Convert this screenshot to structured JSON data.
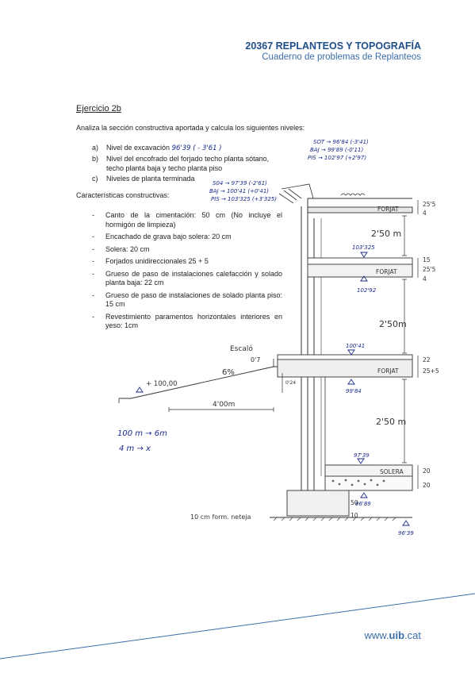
{
  "header": {
    "title": "20367 REPLANTEOS Y TOPOGRAFÍA",
    "subtitle": "Cuaderno de problemas de Replanteos"
  },
  "exercise": {
    "title": "Ejercicio 2b",
    "intro": "Analiza la sección constructiva aportada y calcula los siguientes niveles:",
    "items": [
      {
        "label": "a)",
        "text": "Nivel de excavación",
        "note": "96'39 ( - 3'61 )"
      },
      {
        "label": "b)",
        "text": "Nivel del encofrado del forjado techo planta sótano, techo planta baja y techo planta piso",
        "note": ""
      },
      {
        "label": "c)",
        "text": "Niveles de planta terminada",
        "note": ""
      }
    ],
    "features_title": "Características constructivas:",
    "features": [
      "Canto de la cimentación: 50 cm (No incluye el hormigón de limpieza)",
      "Encachado de grava bajo solera: 20 cm",
      "Solera: 20 cm",
      "Forjados unidireccionales 25 + 5",
      "Grueso de paso de instalaciones calefacción y solado planta baja: 22 cm",
      "Grueso de paso de instalaciones de solado planta piso: 15 cm",
      "Revestimiento paramentos horizontales interiores en yeso: 1cm"
    ]
  },
  "handwritten": {
    "sot": "SOT → 96'84 (-3'41)",
    "baj": "BAJ → 99'89 (-0'11)",
    "pis": "PIS → 102'97 (+2'97)",
    "s04": "S04 → 97'39 (-2'61)",
    "baj2": "BAJ → 100'41 (+0'41)",
    "pis2": "PIS → 103'325 (+3'325)",
    "calc1": "100 m → 6m",
    "calc2": "4 m → x"
  },
  "drawing": {
    "forjat1": "FORJAT",
    "forjat2": "FORJAT",
    "forjat3": "FORJAT",
    "solera": "SOLERA",
    "h1": "2'50 m",
    "h2": "2'50m",
    "h3": "2'50 m",
    "lvl_103": "103'325",
    "lvl_10292": "102'92",
    "lvl_10041": "100'41",
    "lvl_9984": "99'84",
    "lvl_9739": "97'39",
    "lvl_9689": "96'89",
    "lvl_9639": "96'39",
    "d255a": "25'5",
    "d4a": "4",
    "d15": "15",
    "d255b": "25'5",
    "d4b": "4",
    "d22": "22",
    "d255c": "25+5",
    "d20a": "20",
    "d20b": "20",
    "d50": "50",
    "d10": "10",
    "escalo": "Escaló",
    "escalo_h": "0'7",
    "slope": "6%",
    "h024": "0'24",
    "ground": "+ 100,00",
    "dist": "4'00m",
    "limpieza": "10 cm  form. neteja"
  },
  "footer": {
    "prefix": "www.",
    "brand": "uib",
    "suffix": ".cat"
  }
}
